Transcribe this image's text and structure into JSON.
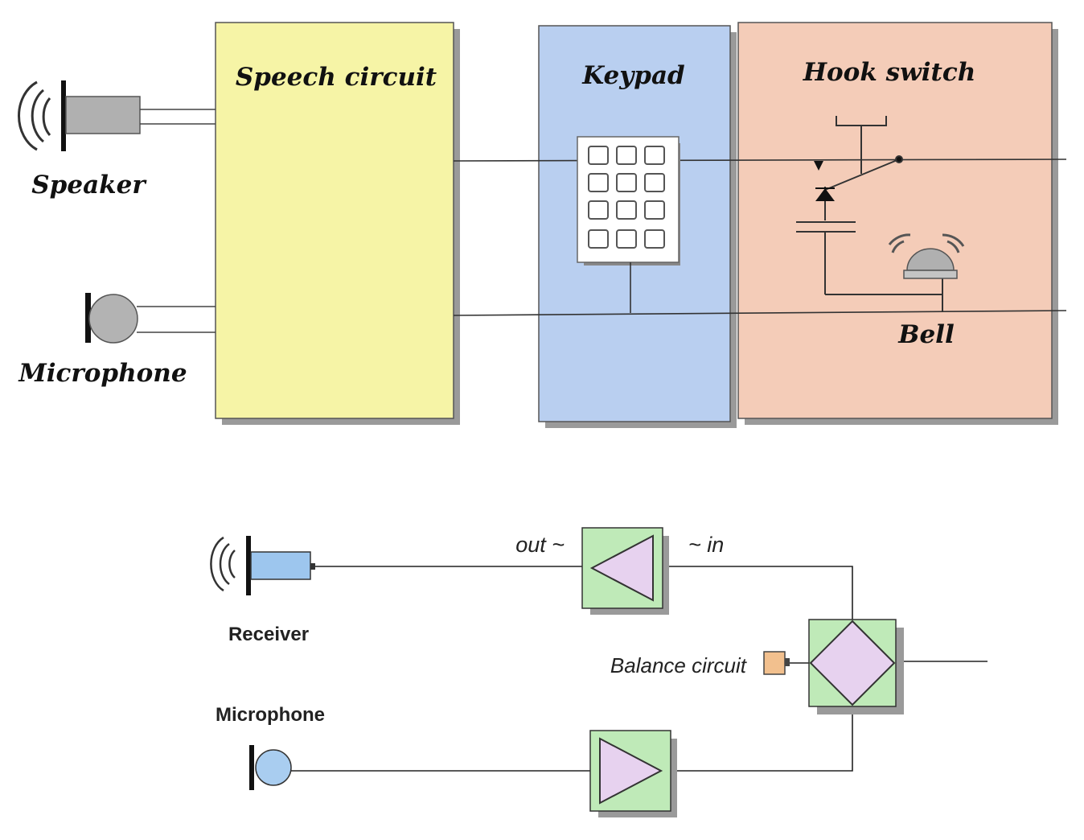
{
  "top_diagram": {
    "speech_circuit_label": "Speech circuit",
    "keypad_label": "Keypad",
    "hook_switch_label": "Hook switch",
    "speaker_label": "Speaker",
    "microphone_label": "Microphone",
    "bell_label": "Bell"
  },
  "bottom_diagram": {
    "receiver_label": "Receiver",
    "microphone_label": "Microphone",
    "out_label": "out ~",
    "in_label": "~ in",
    "balance_circuit_label": "Balance circuit"
  },
  "colors": {
    "speech_circuit": "#f6f4a6",
    "keypad": "#b9cff0",
    "hook_switch": "#f4ccb8",
    "amplifier_box": "#bfeab8",
    "amplifier_triangle": "#e7d2ef",
    "balance_circuit": "#f2c08e",
    "receiver_fill": "#9dc6ee",
    "microphone_fill": "#a9cdf0",
    "speaker_fill": "#b0b0b0"
  }
}
